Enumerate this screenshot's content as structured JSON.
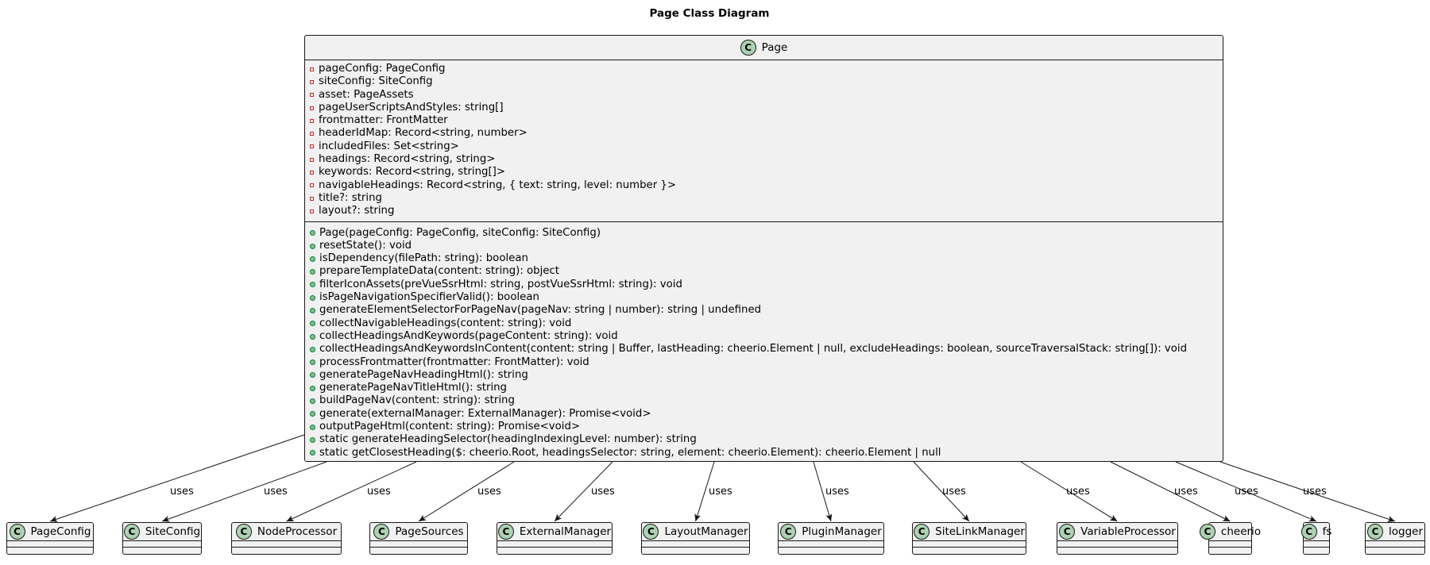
{
  "diagram": {
    "title": "Page Class Diagram",
    "main_class": {
      "name": "Page",
      "stereotype_glyph": "C",
      "attributes": [
        "pageConfig: PageConfig",
        "siteConfig: SiteConfig",
        "asset: PageAssets",
        "pageUserScriptsAndStyles: string[]",
        "frontmatter: FrontMatter",
        "headerIdMap: Record<string, number>",
        "includedFiles: Set<string>",
        "headings: Record<string, string>",
        "keywords: Record<string, string[]>",
        "navigableHeadings: Record<string, { text: string, level: number }>",
        "title?: string",
        "layout?: string"
      ],
      "methods": [
        "Page(pageConfig: PageConfig, siteConfig: SiteConfig)",
        "resetState(): void",
        "isDependency(filePath: string): boolean",
        "prepareTemplateData(content: string): object",
        "filterIconAssets(preVueSsrHtml: string, postVueSsrHtml: string): void",
        "isPageNavigationSpecifierValid(): boolean",
        "generateElementSelectorForPageNav(pageNav: string | number): string | undefined",
        "collectNavigableHeadings(content: string): void",
        "collectHeadingsAndKeywords(pageContent: string): void",
        "collectHeadingsAndKeywordsInContent(content: string | Buffer, lastHeading: cheerio.Element | null, excludeHeadings: boolean, sourceTraversalStack: string[]): void",
        "processFrontmatter(frontmatter: FrontMatter): void",
        "generatePageNavHeadingHtml(): string",
        "generatePageNavTitleHtml(): string",
        "buildPageNav(content: string): string",
        "generate(externalManager: ExternalManager): Promise<void>",
        "outputPageHtml(content: string): Promise<void>",
        "static generateHeadingSelector(headingIndexingLevel: number): string",
        "static getClosestHeading($: cheerio.Root, headingsSelector: string, element: cheerio.Element): cheerio.Element | null"
      ]
    },
    "dependencies": [
      {
        "name": "PageConfig",
        "label": "uses"
      },
      {
        "name": "SiteConfig",
        "label": "uses"
      },
      {
        "name": "NodeProcessor",
        "label": "uses"
      },
      {
        "name": "PageSources",
        "label": "uses"
      },
      {
        "name": "ExternalManager",
        "label": "uses"
      },
      {
        "name": "LayoutManager",
        "label": "uses"
      },
      {
        "name": "PluginManager",
        "label": "uses"
      },
      {
        "name": "SiteLinkManager",
        "label": "uses"
      },
      {
        "name": "VariableProcessor",
        "label": "uses"
      },
      {
        "name": "cheerio",
        "label": "uses"
      },
      {
        "name": "fs",
        "label": "uses"
      },
      {
        "name": "logger",
        "label": "uses"
      }
    ],
    "colors": {
      "class_fill": "#f1f1f1",
      "border": "#181818",
      "class_badge": "#add1b2",
      "private_marker": "#c82930",
      "public_marker": "#84be84"
    }
  }
}
